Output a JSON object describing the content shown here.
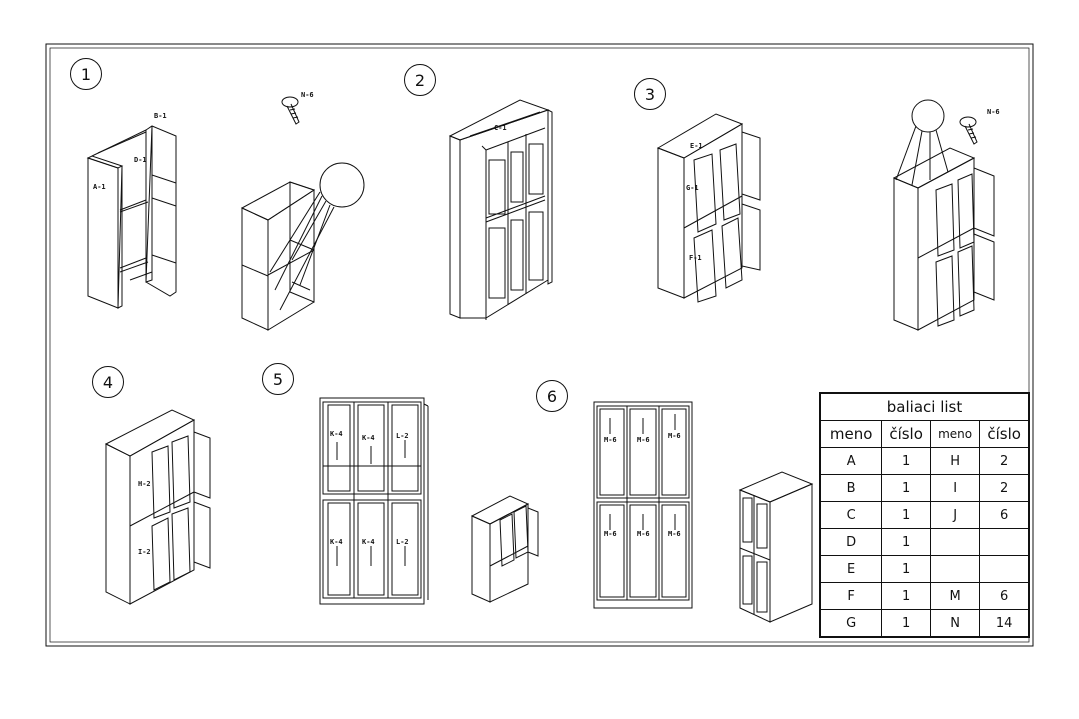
{
  "steps": [
    "1",
    "2",
    "3",
    "4",
    "5",
    "6"
  ],
  "part_labels": {
    "b1": "B-1",
    "d1": "D-1",
    "a1": "A-1",
    "n6_top": "N-6",
    "c1": "C-1",
    "e1": "E-1",
    "g1": "G-1",
    "f1": "F-1",
    "n6_right": "N-6",
    "h2": "H-2",
    "i2": "I-2",
    "k4": "K-4",
    "l2": "L-2",
    "m6": "M-6"
  },
  "packing_list": {
    "title": "baliaci list",
    "headers": [
      "meno",
      "číslo",
      "meno",
      "číslo"
    ],
    "rows": [
      [
        "A",
        "1",
        "H",
        "2"
      ],
      [
        "B",
        "1",
        "I",
        "2"
      ],
      [
        "C",
        "1",
        "J",
        "6"
      ],
      [
        "D",
        "1",
        "",
        ""
      ],
      [
        "E",
        "1",
        "",
        ""
      ],
      [
        "F",
        "1",
        "M",
        "6"
      ],
      [
        "G",
        "1",
        "N",
        "14"
      ]
    ]
  }
}
